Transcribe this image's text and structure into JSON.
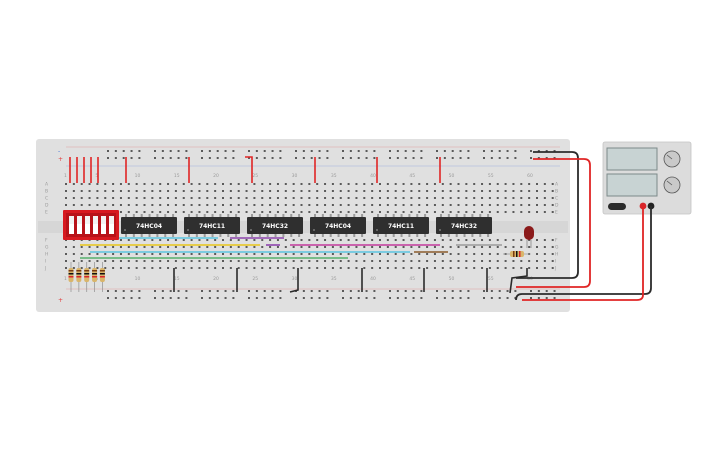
{
  "breadboard": {
    "color": "#e0e0e0",
    "rail_plus_color": "#e23b3b",
    "rail_minus_color": "#3b6fd9",
    "column_numbers": [
      "1",
      "5",
      "10",
      "15",
      "20",
      "25",
      "30",
      "35",
      "40",
      "45",
      "50",
      "55",
      "60"
    ],
    "rows_top": [
      "A",
      "B",
      "C",
      "D",
      "E"
    ],
    "rows_bottom": [
      "F",
      "G",
      "H",
      "I",
      "J"
    ],
    "rail_plus": "+",
    "rail_minus": "-"
  },
  "chips": [
    {
      "label": "74HC04"
    },
    {
      "label": "74HC11"
    },
    {
      "label": "74HC32"
    },
    {
      "label": "74HC04"
    },
    {
      "label": "74HC11"
    },
    {
      "label": "74HC32"
    }
  ],
  "components": {
    "dip_switch": {
      "name": "DIP switch",
      "color": "#d71920",
      "positions": 6
    },
    "led": {
      "color": "#8b1a1a"
    },
    "resistors": {
      "count": 5
    }
  },
  "power_supply": {
    "display_top": "",
    "display_bottom": "",
    "body_color": "#dcdcdc",
    "display_color": "#c8d3d3",
    "terminal_plus_color": "#d7262b",
    "terminal_minus_color": "#222222"
  },
  "wire_colors": {
    "red": "#e02525",
    "black": "#2b2b2b",
    "yellow": "#e8c619",
    "cyan": "#5bc4e0",
    "purple": "#8e44ad",
    "magenta": "#c2389c",
    "gray": "#9a9a9a",
    "brown": "#8b5a2b",
    "green": "#3aa655"
  }
}
